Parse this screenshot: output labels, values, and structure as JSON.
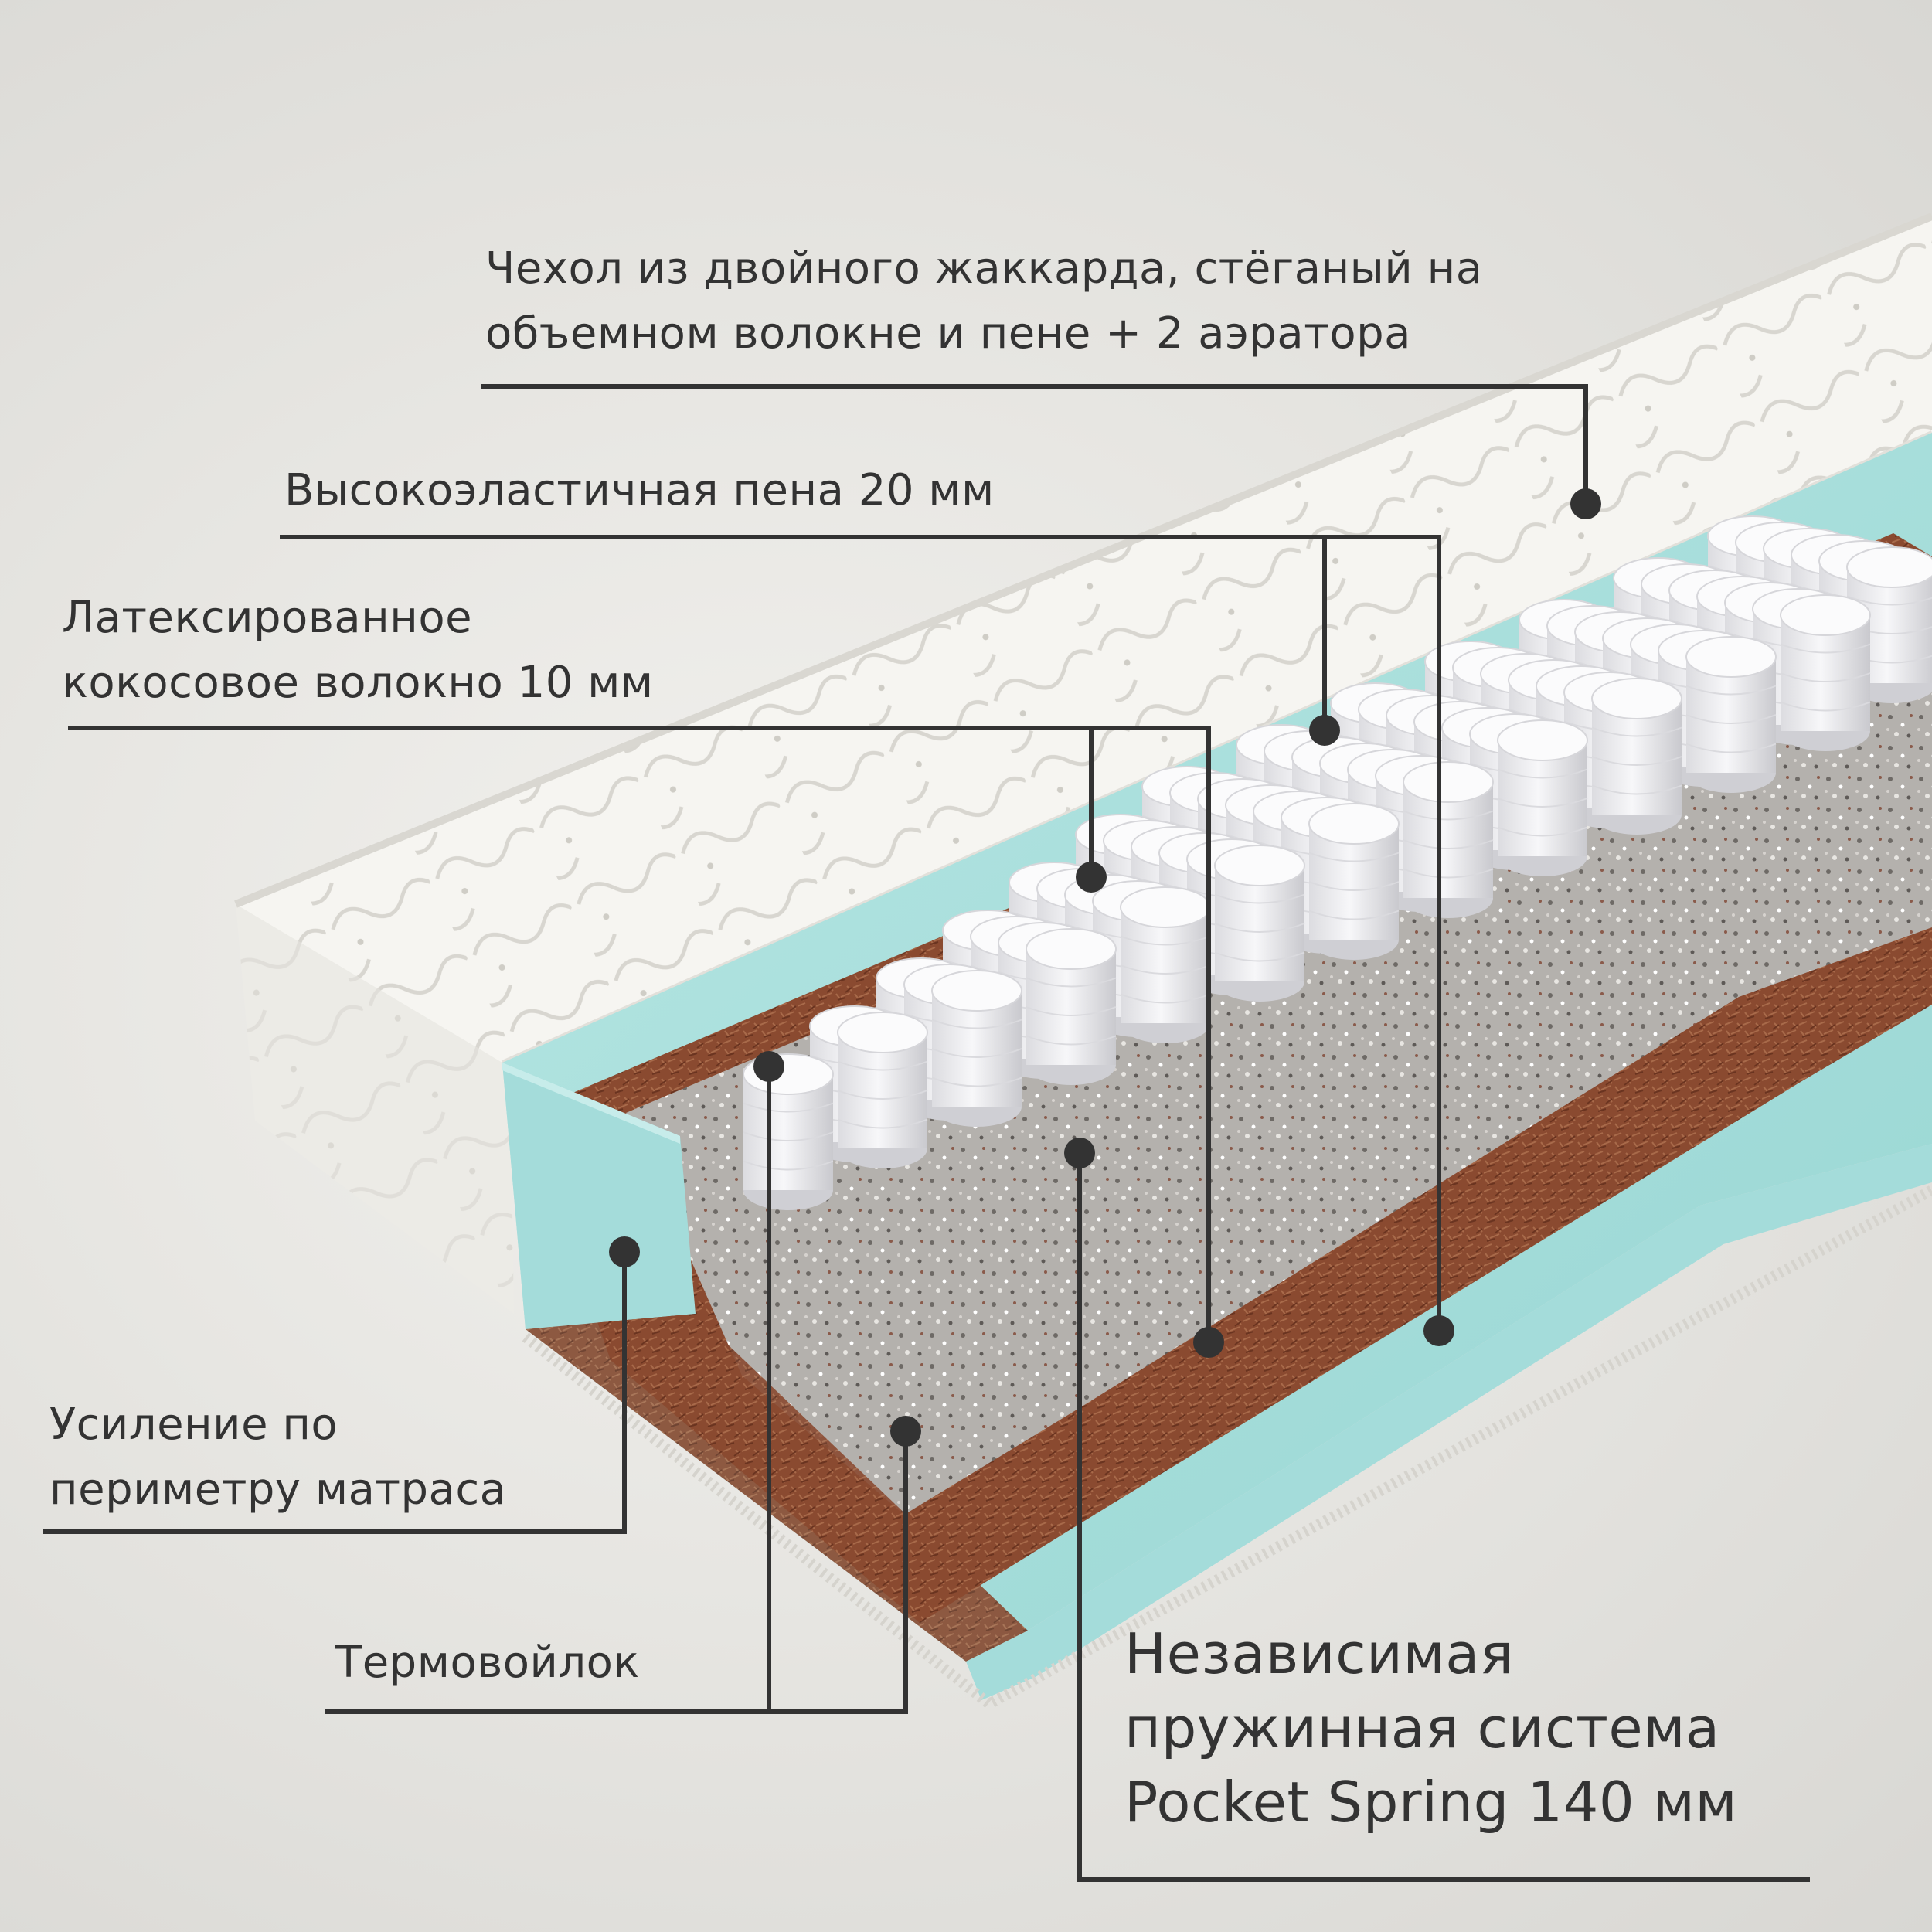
{
  "labels": {
    "cover": {
      "line1": "Чехол из двойного жаккарда, стёганый на",
      "line2": "объемном волокне и пене + 2 аэратора"
    },
    "foam": {
      "line1": "Высокоэластичная пена 20 мм"
    },
    "coir": {
      "line1": "Латексированное",
      "line2": "кокосовое волокно 10 мм"
    },
    "perimeter": {
      "line1": "Усиление по",
      "line2": "периметру матраса"
    },
    "felt": {
      "line1": "Термовойлок"
    },
    "springs": {
      "line1": "Независимая",
      "line2": "пружинная система",
      "line3": "Pocket Spring 140 мм"
    }
  },
  "colors": {
    "text": "#333333",
    "leader_line": "#333333",
    "cover": "#f6f5f1",
    "foam": "#a9e0de",
    "coir": "#8a4a30",
    "felt": "#a9a7a4",
    "spring": "#f3f3f5"
  }
}
